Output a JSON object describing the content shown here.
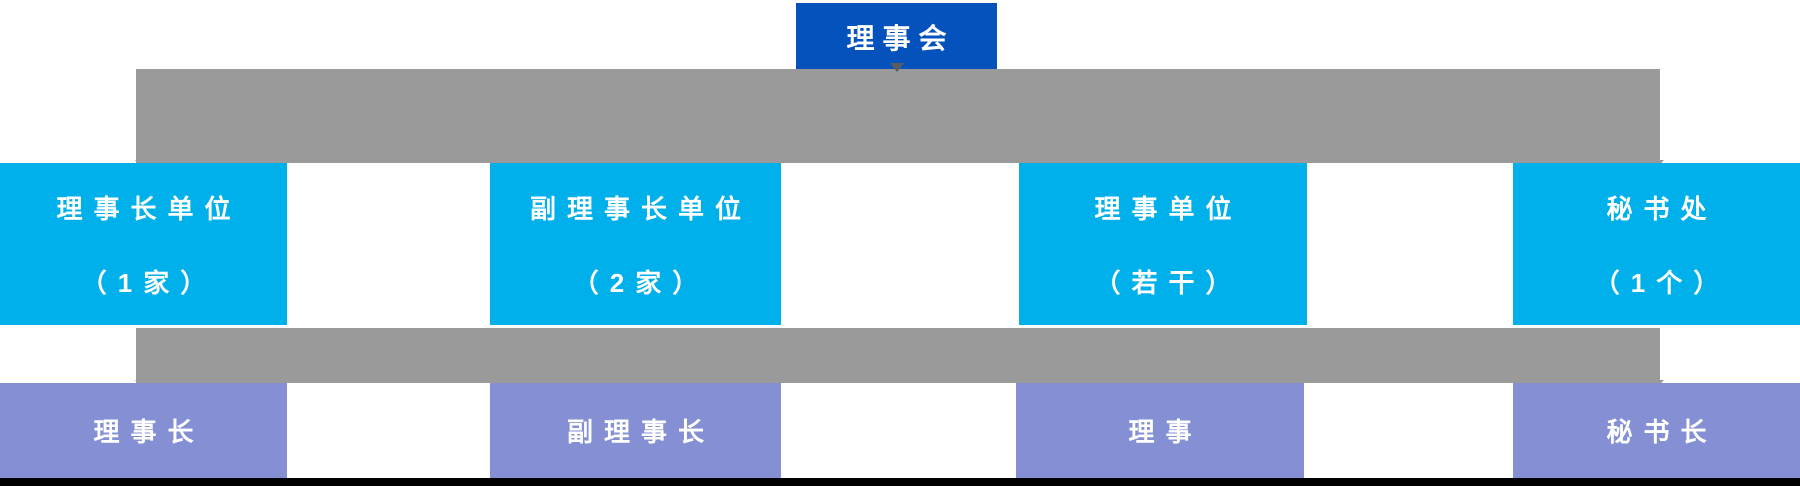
{
  "diagram": {
    "title_box": {
      "label": "理事会"
    },
    "unit_boxes": [
      {
        "line1": "理事长单位",
        "line2": "（1家）"
      },
      {
        "line1": "副理事长单位",
        "line2": "（2家）"
      },
      {
        "line1": "理事单位",
        "line2": "（若干）"
      },
      {
        "line1": "秘书处",
        "line2": "（1个）"
      }
    ],
    "role_boxes": [
      {
        "label": "理事长"
      },
      {
        "label": "副理事长"
      },
      {
        "label": "理事"
      },
      {
        "label": "秘书长"
      }
    ],
    "colors": {
      "title_blue": "#0552BD",
      "unit_cyan": "#00B0EA",
      "role_purple": "#8590D4",
      "connector_gray": "#9A9A9A",
      "bottom_line_black": "#000000"
    }
  }
}
